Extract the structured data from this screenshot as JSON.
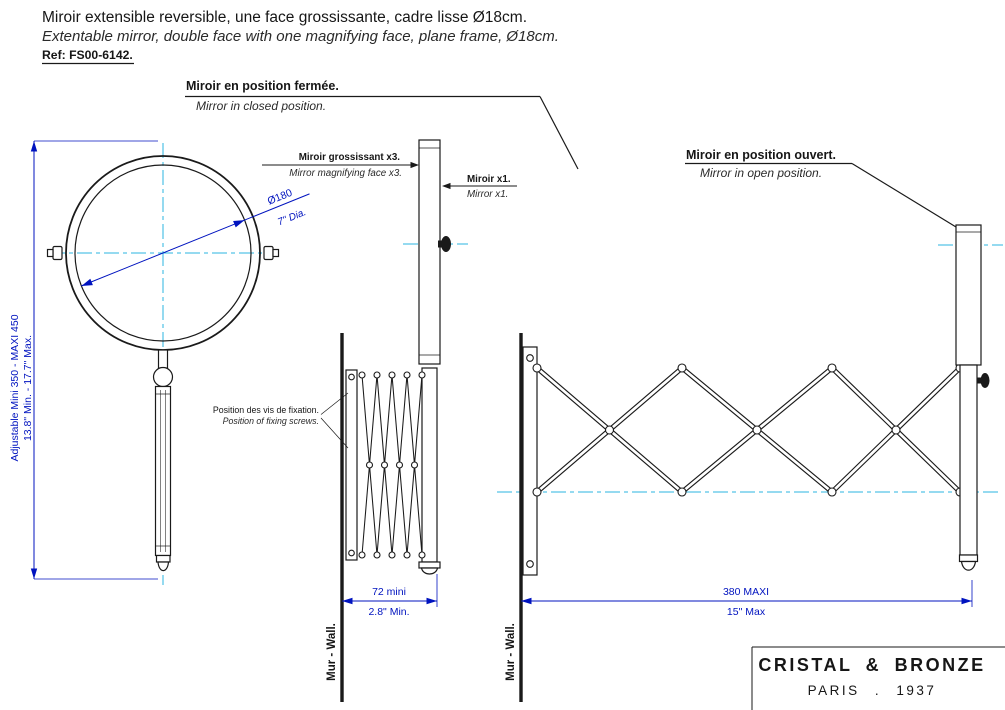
{
  "header": {
    "title_fr": "Miroir extensible reversible, une face grossissante, cadre lisse Ø18cm.",
    "title_en": "Extentable mirror, double face with one magnifying face, plane frame, Ø18cm.",
    "ref": "Ref: FS00-6142."
  },
  "annotations": {
    "closed_fr": "Miroir en position fermée.",
    "closed_en": "Mirror in closed position.",
    "open_fr": "Miroir en position ouvert.",
    "open_en": "Mirror in open position.",
    "magnify_fr": "Miroir grossissant x3.",
    "magnify_en": "Mirror magnifying face x3.",
    "plain_fr": "Miroir x1.",
    "plain_en": "Mirror x1.",
    "screws_fr": "Position des vis de fixation.",
    "screws_en": "Position of fixing screws.",
    "wall_mid": "Mur - Wall.",
    "wall_right": "Mur - Wall."
  },
  "dimensions": {
    "diameter_mm": "Ø180",
    "diameter_in": "7\" Dia.",
    "height_range_mm": "Adjustable Mini 350 - MAXI 450",
    "height_range_in": "13.8\" Min. - 17.7\" Max.",
    "closed_depth_mm": "72 mini",
    "closed_depth_in": "2.8\" Min.",
    "open_depth_mm": "380 MAXI",
    "open_depth_in": "15\" Max"
  },
  "brand": {
    "name": "CRISTAL & BRONZE",
    "origin": "PARIS . 1937"
  },
  "colors": {
    "line_black": "#1a1a1a",
    "dimension_blue": "#0013bf",
    "centerline_cyan": "#2bb5e2"
  }
}
